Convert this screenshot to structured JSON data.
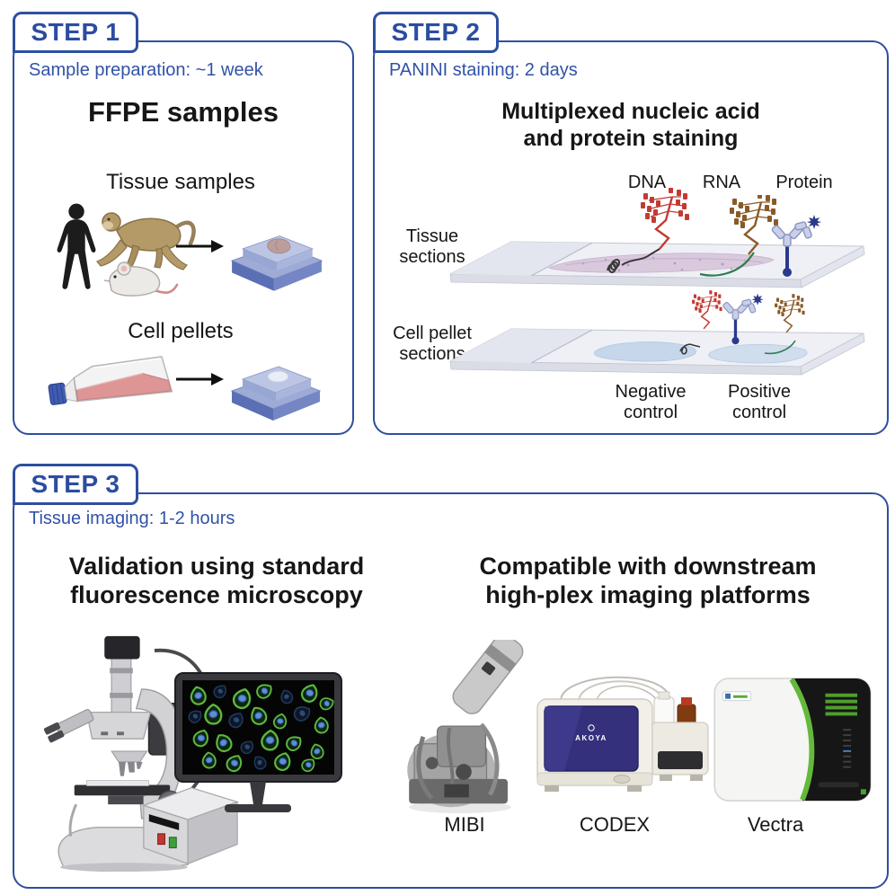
{
  "colors": {
    "accent_blue": "#2e4f9f",
    "step_text_blue": "#2b4da1",
    "text_black": "#161616"
  },
  "step1": {
    "tab": "STEP 1",
    "subtitle": "Sample preparation: ~1 week",
    "title": "FFPE samples",
    "groups": [
      {
        "label": "Tissue samples"
      },
      {
        "label": "Cell pellets"
      }
    ]
  },
  "step2": {
    "tab": "STEP 2",
    "subtitle": "PANINI staining: 2 days",
    "title": "Multiplexed nucleic acid\nand protein staining",
    "probe_labels": [
      {
        "label": "DNA"
      },
      {
        "label": "RNA"
      },
      {
        "label": "Protein"
      }
    ],
    "rows": [
      {
        "label": "Tissue\nsections"
      },
      {
        "label": "Cell pellet\nsections"
      }
    ],
    "controls": [
      {
        "label": "Negative\ncontrol"
      },
      {
        "label": "Positive\ncontrol"
      }
    ]
  },
  "step3": {
    "tab": "STEP 3",
    "subtitle": "Tissue imaging: 1-2 hours",
    "left_title": "Validation using standard\nfluorescence microscopy",
    "right_title": "Compatible with downstream\nhigh-plex imaging platforms",
    "platforms": [
      {
        "label": "MIBI"
      },
      {
        "label": "CODEX",
        "brand": "AKOYA"
      },
      {
        "label": "Vectra"
      }
    ]
  }
}
